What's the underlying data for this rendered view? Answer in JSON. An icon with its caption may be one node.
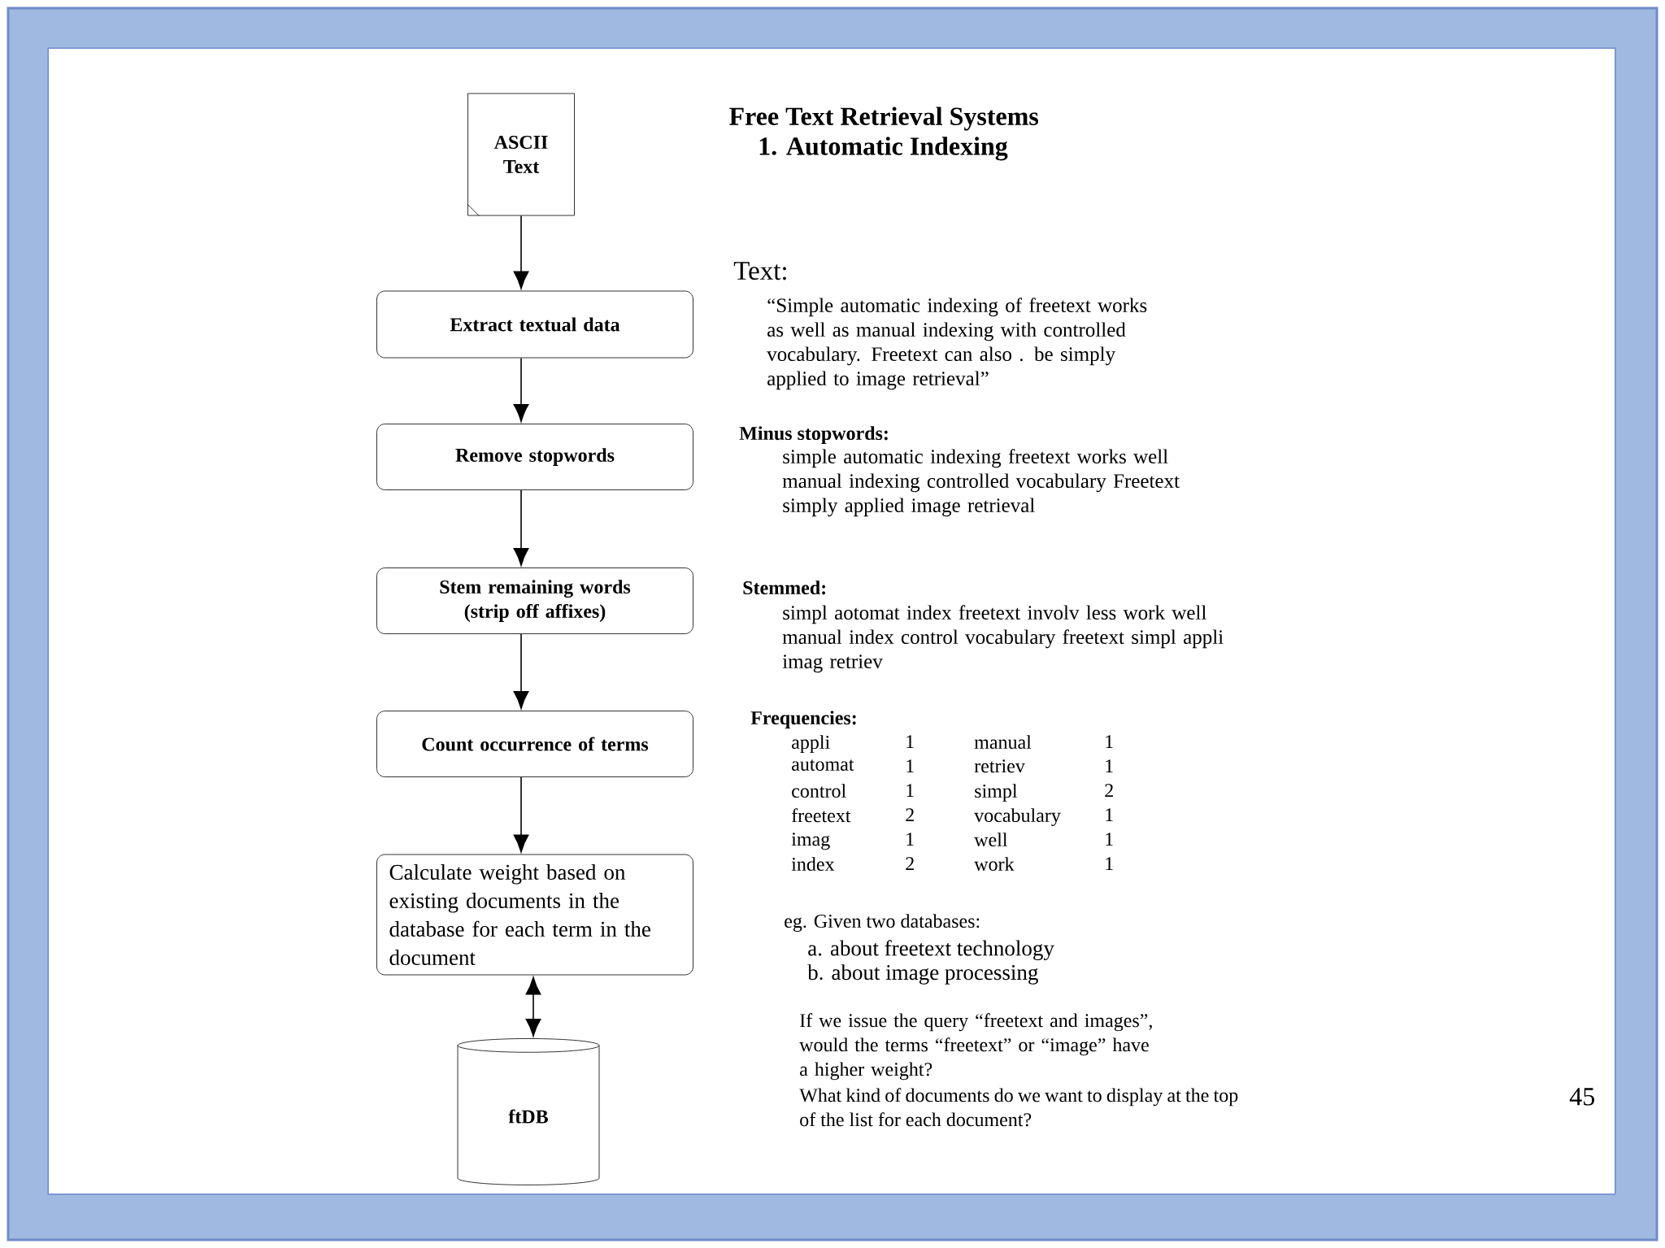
{
  "diagram": {
    "title": "Free Text Retrieval Systems",
    "nodes": [
      {
        "text": [
          "ASCII Text"
        ]
      },
      {
        "text": [
          "Extract textual data"
        ]
      },
      {
        "text": [
          "Remove stopwords"
        ]
      },
      {
        "text": [
          "Stem remaining words (strip off affixes)"
        ]
      },
      {
        "text": [
          "Count occurrence of terms"
        ]
      },
      {
        "text": [
          "Calculate weight based on existing documents in the database for each term in the document"
        ]
      },
      {
        "text": [
          "ftDB"
        ]
      }
    ],
    "edges": [
      {
        "from": 0,
        "to": 1,
        "arrow": "to"
      },
      {
        "from": 1,
        "to": 2,
        "arrow": "to"
      },
      {
        "from": 2,
        "to": 3,
        "arrow": "to"
      },
      {
        "from": 3,
        "to": 4,
        "arrow": "to"
      },
      {
        "from": 4,
        "to": 5,
        "arrow": "to"
      },
      {
        "from": 5,
        "to": 6,
        "arrow": "both"
      }
    ],
    "labels": [
      "1. Automatic Indexing",
      "Text:",
      "“Simple automatic indexing of freetext works as well as manual indexing with controlled vocabulary. Freetext can also . be simply applied to image retrieval”",
      "Minus stopwords:",
      "simple automatic indexing freetext works well manual indexing controlled vocabulary Freetext simply applied image retrieval",
      "Stemmed:",
      "simpl aotomat index freetext involv less work well manual index control vocabulary freetext simpl appli imag retriev",
      "Frequencies:",
      "appli",
      "1",
      "manual",
      "1",
      "automat",
      "1",
      "retriev",
      "1",
      "control",
      "1",
      "simpl",
      "2",
      "freetext",
      "2",
      "vocabulary",
      "1",
      "imag",
      "1",
      "well",
      "1",
      "index",
      "2",
      "work",
      "1",
      "eg. Given two databases:",
      "a. about freetext technology",
      "b. about image processing",
      "If we issue the query “freetext and images”, would the terms “freetext” or “image” have a higher weight?",
      "What kind of documents do we want to display at the top of the list for each document?",
      "45"
    ]
  }
}
